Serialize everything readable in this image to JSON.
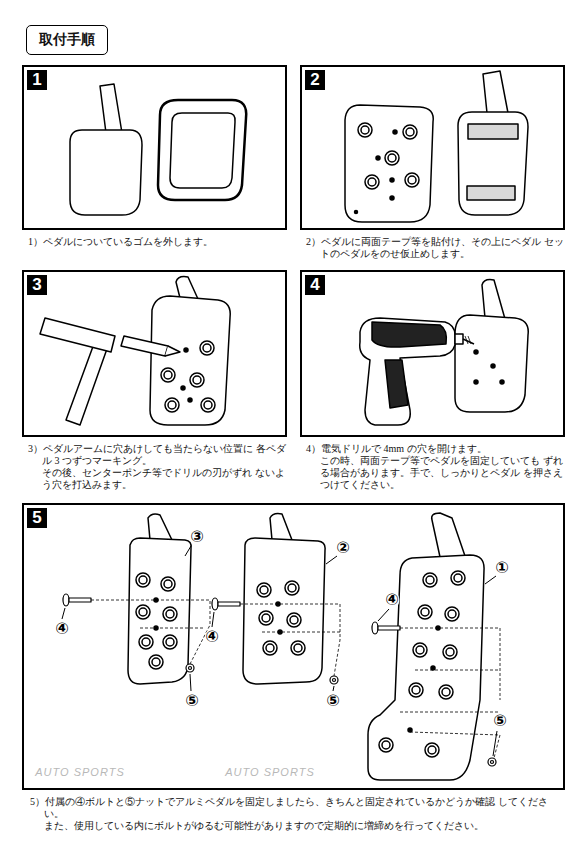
{
  "diagram": {
    "title": "取付手順",
    "nodes": [
      {
        "text": [
          "1）ペダルについているゴムを外します。"
        ]
      },
      {
        "text": [
          "1"
        ],
        "in": 0
      },
      {
        "text": [
          "2）ペダルに両面テープ等を貼付け、その上にペダル セットのペダルをのせ仮止めします。"
        ]
      },
      {
        "text": [
          "2"
        ],
        "in": 2
      },
      {
        "text": [
          "3）ペダルアームに穴あけしても当たらない位置に 各ペダル 3 つずつマーキング。",
          "その後、センターポンチ等でドリルの刃がずれ ないよう穴を打込みます。"
        ]
      },
      {
        "text": [
          "3"
        ],
        "in": 4
      },
      {
        "text": [
          "4）電気ドリルで 4mm の穴を開けます。",
          "この時、両面テープ等でペダルを固定していても ずれる場合があります。手で、しっかりとペダル を押さえつけてください。"
        ]
      },
      {
        "text": [
          "4"
        ],
        "in": 6
      },
      {
        "text": [
          "5）付属の④ボルトと⑤ナットでアルミペダルを固定しましたら、きちんと固定されているかどうか確認 してください。",
          "また、使用している内にボルトがゆるむ可能性がありますので定期的に増締めを行ってください。"
        ]
      },
      {
        "text": [
          "5"
        ],
        "in": 8
      }
    ],
    "labels": [
      "③",
      "②",
      "①",
      "④",
      "⑤",
      "④",
      "⑤",
      "④",
      "⑤",
      "AUTO SPORTS",
      "AUTO SPORTS"
    ]
  }
}
